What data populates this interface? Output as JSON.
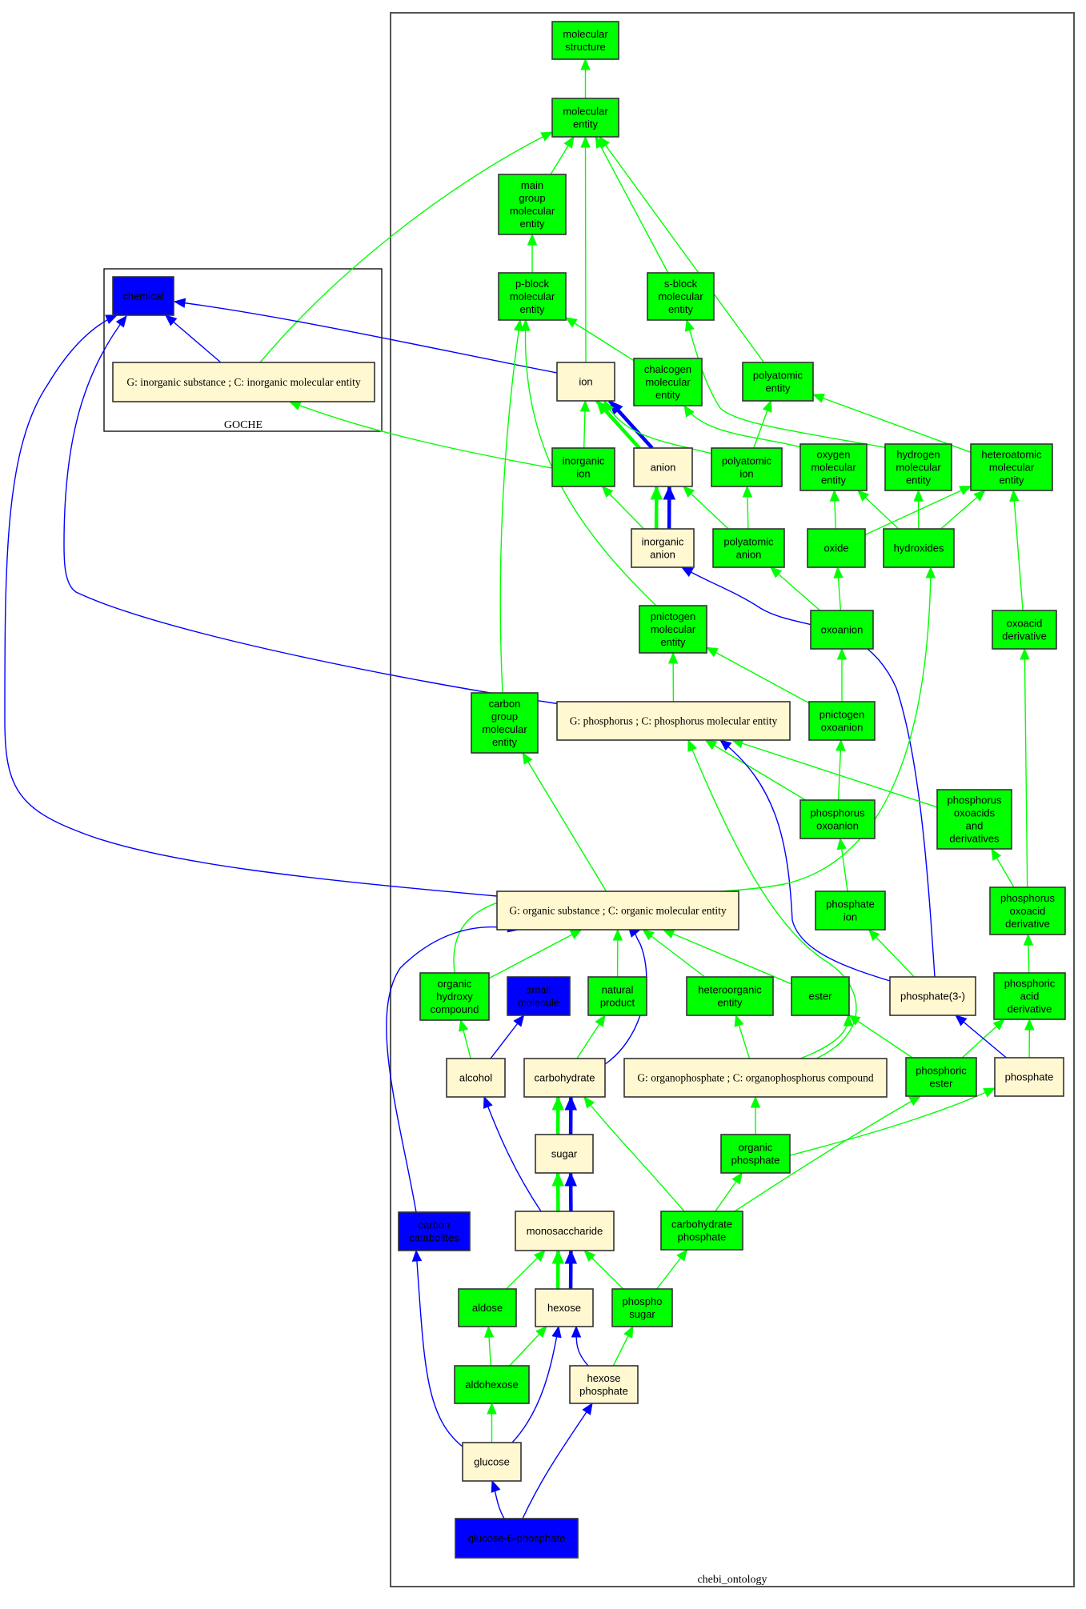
{
  "colors": {
    "chebi_term": "#00ff00",
    "goche_term": "#0000ff",
    "mapped_term": "#fff8d0",
    "is_a_chebi": "#00ff00",
    "is_a_goche": "#0000ff"
  },
  "clusters": [
    {
      "id": "goche",
      "label": "GOCHE"
    },
    {
      "id": "chebi_ontology",
      "label": "chebi_ontology"
    }
  ],
  "nodes": [
    {
      "id": "chemical",
      "label": [
        "chemical"
      ],
      "type": "goche",
      "cluster": "goche"
    },
    {
      "id": "inorganic_substance",
      "label": [
        "G: inorganic substance ; C: inorganic molecular entity"
      ],
      "type": "mapped",
      "cluster": "goche"
    },
    {
      "id": "molecular_structure",
      "label": [
        "molecular",
        "structure"
      ],
      "type": "chebi"
    },
    {
      "id": "molecular_entity",
      "label": [
        "molecular",
        "entity"
      ],
      "type": "chebi"
    },
    {
      "id": "main_group",
      "label": [
        "main",
        "group",
        "molecular",
        "entity"
      ],
      "type": "chebi"
    },
    {
      "id": "p_block",
      "label": [
        "p-block",
        "molecular",
        "entity"
      ],
      "type": "chebi"
    },
    {
      "id": "s_block",
      "label": [
        "s-block",
        "molecular",
        "entity"
      ],
      "type": "chebi"
    },
    {
      "id": "ion",
      "label": [
        "ion"
      ],
      "type": "mapped"
    },
    {
      "id": "chalcogen",
      "label": [
        "chalcogen",
        "molecular",
        "entity"
      ],
      "type": "chebi"
    },
    {
      "id": "polyatomic_entity",
      "label": [
        "polyatomic",
        "entity"
      ],
      "type": "chebi"
    },
    {
      "id": "inorganic_ion",
      "label": [
        "inorganic",
        "ion"
      ],
      "type": "chebi"
    },
    {
      "id": "anion",
      "label": [
        "anion"
      ],
      "type": "mapped"
    },
    {
      "id": "polyatomic_ion",
      "label": [
        "polyatomic",
        "ion"
      ],
      "type": "chebi"
    },
    {
      "id": "oxygen_me",
      "label": [
        "oxygen",
        "molecular",
        "entity"
      ],
      "type": "chebi"
    },
    {
      "id": "hydrogen_me",
      "label": [
        "hydrogen",
        "molecular",
        "entity"
      ],
      "type": "chebi"
    },
    {
      "id": "heteroatomic_me",
      "label": [
        "heteroatomic",
        "molecular",
        "entity"
      ],
      "type": "chebi"
    },
    {
      "id": "inorganic_anion",
      "label": [
        "inorganic",
        "anion"
      ],
      "type": "mapped"
    },
    {
      "id": "polyatomic_anion",
      "label": [
        "polyatomic",
        "anion"
      ],
      "type": "chebi"
    },
    {
      "id": "oxide",
      "label": [
        "oxide"
      ],
      "type": "chebi"
    },
    {
      "id": "hydroxides",
      "label": [
        "hydroxides"
      ],
      "type": "chebi"
    },
    {
      "id": "pnictogen_me",
      "label": [
        "pnictogen",
        "molecular",
        "entity"
      ],
      "type": "chebi"
    },
    {
      "id": "oxoanion",
      "label": [
        "oxoanion"
      ],
      "type": "chebi"
    },
    {
      "id": "oxoacid_derivative",
      "label": [
        "oxoacid",
        "derivative"
      ],
      "type": "chebi"
    },
    {
      "id": "carbon_group",
      "label": [
        "carbon",
        "group",
        "molecular",
        "entity"
      ],
      "type": "chebi"
    },
    {
      "id": "phosphorus",
      "label": [
        "G: phosphorus ; C: phosphorus molecular entity"
      ],
      "type": "mapped"
    },
    {
      "id": "pnictogen_oxoanion",
      "label": [
        "pnictogen",
        "oxoanion"
      ],
      "type": "chebi"
    },
    {
      "id": "phosphorus_oxoanion",
      "label": [
        "phosphorus",
        "oxoanion"
      ],
      "type": "chebi"
    },
    {
      "id": "phosphorus_oxoacids",
      "label": [
        "phosphorus",
        "oxoacids",
        "and",
        "derivatives"
      ],
      "type": "chebi"
    },
    {
      "id": "phosphate_ion",
      "label": [
        "phosphate",
        "ion"
      ],
      "type": "chebi"
    },
    {
      "id": "phosphorus_oxoacid_derivative",
      "label": [
        "phosphorus",
        "oxoacid",
        "derivative"
      ],
      "type": "chebi"
    },
    {
      "id": "organic_substance",
      "label": [
        "G: organic substance ; C: organic molecular entity"
      ],
      "type": "mapped"
    },
    {
      "id": "organic_hydroxy",
      "label": [
        "organic",
        "hydroxy",
        "compound"
      ],
      "type": "chebi"
    },
    {
      "id": "small_molecule",
      "label": [
        "small",
        "molecule"
      ],
      "type": "goche"
    },
    {
      "id": "natural_product",
      "label": [
        "natural",
        "product"
      ],
      "type": "chebi"
    },
    {
      "id": "heteroorganic",
      "label": [
        "heteroorganic",
        "entity"
      ],
      "type": "chebi"
    },
    {
      "id": "ester",
      "label": [
        "ester"
      ],
      "type": "chebi"
    },
    {
      "id": "phosphate3",
      "label": [
        "phosphate(3-)"
      ],
      "type": "mapped"
    },
    {
      "id": "phosphoric_acid_derivative",
      "label": [
        "phosphoric",
        "acid",
        "derivative"
      ],
      "type": "chebi"
    },
    {
      "id": "alcohol",
      "label": [
        "alcohol"
      ],
      "type": "mapped"
    },
    {
      "id": "carbohydrate",
      "label": [
        "carbohydrate"
      ],
      "type": "mapped"
    },
    {
      "id": "organophosphate",
      "label": [
        "G: organophosphate ; C: organophosphorus compound"
      ],
      "type": "mapped"
    },
    {
      "id": "phosphoric_ester",
      "label": [
        "phosphoric",
        "ester"
      ],
      "type": "chebi"
    },
    {
      "id": "phosphate",
      "label": [
        "phosphate"
      ],
      "type": "mapped"
    },
    {
      "id": "sugar",
      "label": [
        "sugar"
      ],
      "type": "mapped"
    },
    {
      "id": "organic_phosphate",
      "label": [
        "organic",
        "phosphate"
      ],
      "type": "chebi"
    },
    {
      "id": "carbon_catabolites",
      "label": [
        "carbon",
        "catabolites"
      ],
      "type": "goche"
    },
    {
      "id": "monosaccharide",
      "label": [
        "monosaccharide"
      ],
      "type": "mapped"
    },
    {
      "id": "carbohydrate_phosphate",
      "label": [
        "carbohydrate",
        "phosphate"
      ],
      "type": "chebi"
    },
    {
      "id": "aldose",
      "label": [
        "aldose"
      ],
      "type": "chebi"
    },
    {
      "id": "hexose",
      "label": [
        "hexose"
      ],
      "type": "mapped"
    },
    {
      "id": "phospho_sugar",
      "label": [
        "phospho",
        "sugar"
      ],
      "type": "chebi"
    },
    {
      "id": "aldohexose",
      "label": [
        "aldohexose"
      ],
      "type": "chebi"
    },
    {
      "id": "hexose_phosphate",
      "label": [
        "hexose",
        "phosphate"
      ],
      "type": "mapped"
    },
    {
      "id": "glucose",
      "label": [
        "glucose"
      ],
      "type": "mapped"
    },
    {
      "id": "glucose_6_phosphate",
      "label": [
        "glucose-6-phosphate"
      ],
      "type": "goche"
    }
  ],
  "edges": [
    {
      "from": "molecular_entity",
      "to": "molecular_structure",
      "source": "chebi"
    },
    {
      "from": "inorganic_substance",
      "to": "molecular_entity",
      "source": "chebi"
    },
    {
      "from": "main_group",
      "to": "molecular_entity",
      "source": "chebi"
    },
    {
      "from": "ion",
      "to": "molecular_entity",
      "source": "chebi"
    },
    {
      "from": "s_block",
      "to": "molecular_entity",
      "source": "chebi"
    },
    {
      "from": "polyatomic_entity",
      "to": "molecular_entity",
      "source": "chebi"
    },
    {
      "from": "p_block",
      "to": "main_group",
      "source": "chebi"
    },
    {
      "from": "inorganic_substance",
      "to": "chemical",
      "source": "goche"
    },
    {
      "from": "ion",
      "to": "chemical",
      "source": "goche"
    },
    {
      "from": "phosphorus",
      "to": "chemical",
      "source": "goche"
    },
    {
      "from": "organic_substance",
      "to": "chemical",
      "source": "goche"
    },
    {
      "from": "chalcogen",
      "to": "p_block",
      "source": "chebi"
    },
    {
      "from": "carbon_group",
      "to": "p_block",
      "source": "chebi"
    },
    {
      "from": "pnictogen_me",
      "to": "p_block",
      "source": "chebi"
    },
    {
      "from": "hydrogen_me",
      "to": "s_block",
      "source": "chebi"
    },
    {
      "from": "inorganic_ion",
      "to": "inorganic_substance",
      "source": "chebi"
    },
    {
      "from": "inorganic_ion",
      "to": "ion",
      "source": "chebi"
    },
    {
      "from": "anion",
      "to": "ion",
      "source": "chebi",
      "thick": true
    },
    {
      "from": "anion",
      "to": "ion",
      "source": "goche",
      "thick": true
    },
    {
      "from": "polyatomic_ion",
      "to": "ion",
      "source": "chebi"
    },
    {
      "from": "oxygen_me",
      "to": "chalcogen",
      "source": "chebi"
    },
    {
      "from": "polyatomic_ion",
      "to": "polyatomic_entity",
      "source": "chebi"
    },
    {
      "from": "heteroatomic_me",
      "to": "polyatomic_entity",
      "source": "chebi"
    },
    {
      "from": "inorganic_anion",
      "to": "inorganic_ion",
      "source": "chebi"
    },
    {
      "from": "inorganic_anion",
      "to": "anion",
      "source": "chebi",
      "thick": true
    },
    {
      "from": "inorganic_anion",
      "to": "anion",
      "source": "goche",
      "thick": true
    },
    {
      "from": "polyatomic_anion",
      "to": "anion",
      "source": "chebi"
    },
    {
      "from": "polyatomic_anion",
      "to": "polyatomic_ion",
      "source": "chebi"
    },
    {
      "from": "oxide",
      "to": "oxygen_me",
      "source": "chebi"
    },
    {
      "from": "oxide",
      "to": "heteroatomic_me",
      "source": "chebi"
    },
    {
      "from": "hydroxides",
      "to": "oxygen_me",
      "source": "chebi"
    },
    {
      "from": "hydroxides",
      "to": "hydrogen_me",
      "source": "chebi"
    },
    {
      "from": "hydroxides",
      "to": "heteroatomic_me",
      "source": "chebi"
    },
    {
      "from": "oxoacid_derivative",
      "to": "heteroatomic_me",
      "source": "chebi"
    },
    {
      "from": "oxoanion",
      "to": "polyatomic_anion",
      "source": "chebi"
    },
    {
      "from": "oxoanion",
      "to": "oxide",
      "source": "chebi"
    },
    {
      "from": "phosphate3",
      "to": "inorganic_anion",
      "source": "goche"
    },
    {
      "from": "phosphorus",
      "to": "pnictogen_me",
      "source": "chebi"
    },
    {
      "from": "pnictogen_oxoanion",
      "to": "pnictogen_me",
      "source": "chebi"
    },
    {
      "from": "pnictogen_oxoanion",
      "to": "oxoanion",
      "source": "chebi"
    },
    {
      "from": "organic_substance",
      "to": "carbon_group",
      "source": "chebi"
    },
    {
      "from": "phosphorus_oxoanion",
      "to": "phosphorus",
      "source": "chebi"
    },
    {
      "from": "phosphorus_oxoanion",
      "to": "pnictogen_oxoanion",
      "source": "chebi"
    },
    {
      "from": "phosphorus_oxoacids",
      "to": "phosphorus",
      "source": "chebi"
    },
    {
      "from": "organophosphate",
      "to": "phosphorus",
      "source": "chebi"
    },
    {
      "from": "phosphate3",
      "to": "phosphorus",
      "source": "goche"
    },
    {
      "from": "organic_hydroxy",
      "to": "hydroxides",
      "source": "chebi"
    },
    {
      "from": "phosphate_ion",
      "to": "phosphorus_oxoanion",
      "source": "chebi"
    },
    {
      "from": "phosphorus_oxoacid_derivative",
      "to": "phosphorus_oxoacids",
      "source": "chebi"
    },
    {
      "from": "phosphorus_oxoacid_derivative",
      "to": "oxoacid_derivative",
      "source": "chebi"
    },
    {
      "from": "phosphate3",
      "to": "phosphate_ion",
      "source": "chebi"
    },
    {
      "from": "phosphoric_acid_derivative",
      "to": "phosphorus_oxoacid_derivative",
      "source": "chebi"
    },
    {
      "from": "organic_hydroxy",
      "to": "organic_substance",
      "source": "chebi"
    },
    {
      "from": "natural_product",
      "to": "organic_substance",
      "source": "chebi"
    },
    {
      "from": "heteroorganic",
      "to": "organic_substance",
      "source": "chebi"
    },
    {
      "from": "ester",
      "to": "organic_substance",
      "source": "chebi"
    },
    {
      "from": "carbohydrate",
      "to": "organic_substance",
      "source": "goche"
    },
    {
      "from": "carbon_catabolites",
      "to": "organic_substance",
      "source": "goche"
    },
    {
      "from": "alcohol",
      "to": "organic_hydroxy",
      "source": "chebi"
    },
    {
      "from": "alcohol",
      "to": "small_molecule",
      "source": "goche"
    },
    {
      "from": "carbohydrate",
      "to": "natural_product",
      "source": "chebi"
    },
    {
      "from": "organophosphate",
      "to": "heteroorganic",
      "source": "chebi"
    },
    {
      "from": "organophosphate",
      "to": "ester",
      "source": "chebi"
    },
    {
      "from": "phosphoric_ester",
      "to": "ester",
      "source": "chebi"
    },
    {
      "from": "phosphoric_ester",
      "to": "phosphoric_acid_derivative",
      "source": "chebi"
    },
    {
      "from": "phosphate",
      "to": "phosphate3",
      "source": "goche"
    },
    {
      "from": "phosphate",
      "to": "phosphoric_acid_derivative",
      "source": "chebi"
    },
    {
      "from": "sugar",
      "to": "carbohydrate",
      "source": "chebi",
      "thick": true
    },
    {
      "from": "sugar",
      "to": "carbohydrate",
      "source": "goche",
      "thick": true
    },
    {
      "from": "carbohydrate_phosphate",
      "to": "carbohydrate",
      "source": "chebi"
    },
    {
      "from": "organic_phosphate",
      "to": "organophosphate",
      "source": "chebi"
    },
    {
      "from": "organic_phosphate",
      "to": "phosphate",
      "source": "chebi"
    },
    {
      "from": "carbohydrate_phosphate",
      "to": "phosphoric_ester",
      "source": "chebi"
    },
    {
      "from": "carbohydrate_phosphate",
      "to": "organic_phosphate",
      "source": "chebi"
    },
    {
      "from": "monosaccharide",
      "to": "alcohol",
      "source": "goche"
    },
    {
      "from": "monosaccharide",
      "to": "sugar",
      "source": "chebi",
      "thick": true
    },
    {
      "from": "monosaccharide",
      "to": "sugar",
      "source": "goche",
      "thick": true
    },
    {
      "from": "aldose",
      "to": "monosaccharide",
      "source": "chebi"
    },
    {
      "from": "hexose",
      "to": "monosaccharide",
      "source": "chebi",
      "thick": true
    },
    {
      "from": "hexose",
      "to": "monosaccharide",
      "source": "goche",
      "thick": true
    },
    {
      "from": "phospho_sugar",
      "to": "monosaccharide",
      "source": "chebi"
    },
    {
      "from": "phospho_sugar",
      "to": "carbohydrate_phosphate",
      "source": "chebi"
    },
    {
      "from": "aldohexose",
      "to": "aldose",
      "source": "chebi"
    },
    {
      "from": "aldohexose",
      "to": "hexose",
      "source": "chebi"
    },
    {
      "from": "hexose_phosphate",
      "to": "hexose",
      "source": "goche"
    },
    {
      "from": "hexose_phosphate",
      "to": "phospho_sugar",
      "source": "chebi"
    },
    {
      "from": "glucose",
      "to": "aldohexose",
      "source": "chebi"
    },
    {
      "from": "glucose",
      "to": "hexose",
      "source": "goche"
    },
    {
      "from": "glucose",
      "to": "carbon_catabolites",
      "source": "goche"
    },
    {
      "from": "glucose_6_phosphate",
      "to": "glucose",
      "source": "goche"
    },
    {
      "from": "glucose_6_phosphate",
      "to": "hexose_phosphate",
      "source": "goche"
    }
  ]
}
